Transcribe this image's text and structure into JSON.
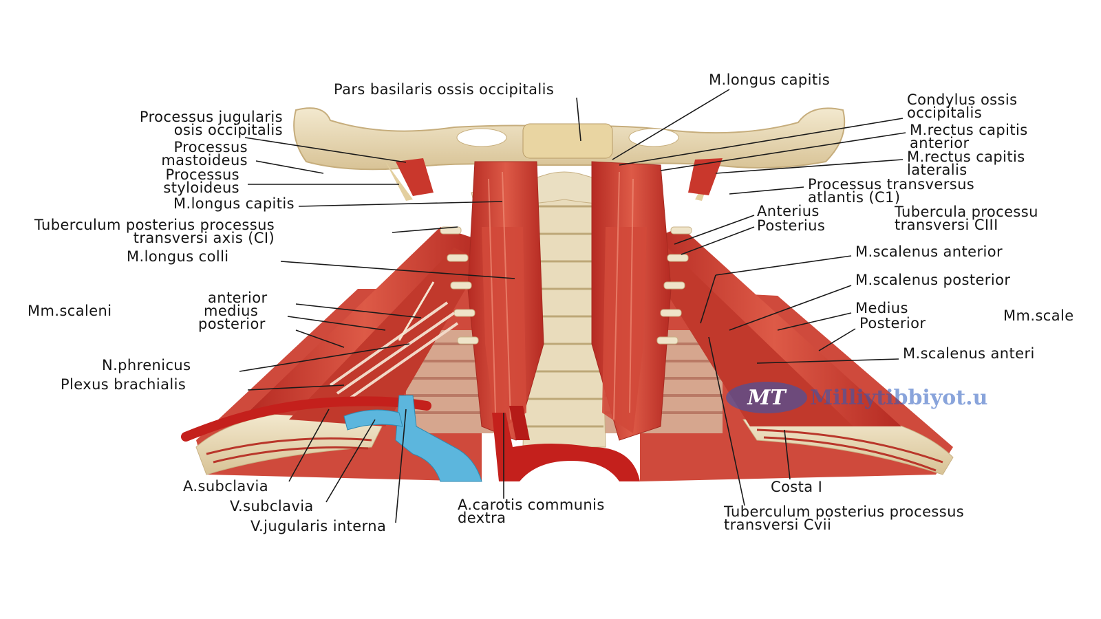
{
  "labels": {
    "pars_basilaris": "Pars basilaris ossis occipitalis",
    "longus_capitis_top": "M.longus capitis",
    "condylus_1": "Condylus ossis",
    "condylus_2": "occipitalis",
    "rectus_anterior_1": "M.rectus capitis",
    "rectus_anterior_2": "anterior",
    "rectus_lateralis_1": "M.rectus capitis",
    "rectus_lateralis_2": "lateralis",
    "proc_transversus_1": "Processus transversus",
    "proc_transversus_2": "atlantis (C1)",
    "anterius": "Anterius",
    "posterius": "Posterius",
    "tubercula_1": "Tubercula processu",
    "tubercula_2": "transversi CIII",
    "scalenus_anterior_r": "M.scalenus anterior",
    "scalenus_posterior_r": "M.scalenus posterior",
    "medius_r": "Medius",
    "posterior_r": "Posterior",
    "mm_scaleni_r": "Mm.scale",
    "scalenus_anterior_r2": "M.scalenus anteri",
    "costa_1": "Costa I",
    "tuberculum_cvii_1": "Tuberculum posterius processus",
    "tuberculum_cvii_2": "transversi Cvii",
    "proc_jugularis_1": "Processus jugularis",
    "proc_jugularis_2": "osis occipitalis",
    "proc_mastoideus_1": "Processus",
    "proc_mastoideus_2": "mastoideus",
    "proc_styloideus_1": "Processus",
    "proc_styloideus_2": "styloideus",
    "longus_capitis_left": "M.longus capitis",
    "tuberculum_ci_1": "Tuberculum posterius processus",
    "tuberculum_ci_2": "transversi axis (CI)",
    "longus_colli": "M.longus colli",
    "mm_scaleni_l": "Mm.scaleni",
    "anterior_l": "anterior",
    "medius_l": "medius",
    "posterior_l": "posterior",
    "n_phrenicus": "N.phrenicus",
    "plexus_brachialis": "Plexus brachialis",
    "a_subclavia": "A.subclavia",
    "v_subclavia": "V.subclavia",
    "v_jugularis": "V.jugularis interna",
    "a_carotis_1": "A.carotis communis",
    "a_carotis_2": "dextra"
  },
  "watermark": {
    "logo": "MT",
    "text": "Milliytibbiyot.u"
  },
  "colors": {
    "muscle": "#c8382e",
    "muscle_light": "#e06a55",
    "bone": "#efe3c4",
    "bone_shade": "#d9c49a",
    "vein": "#5cb6dd",
    "artery": "#c4201c",
    "leader": "#1a1a1a"
  }
}
